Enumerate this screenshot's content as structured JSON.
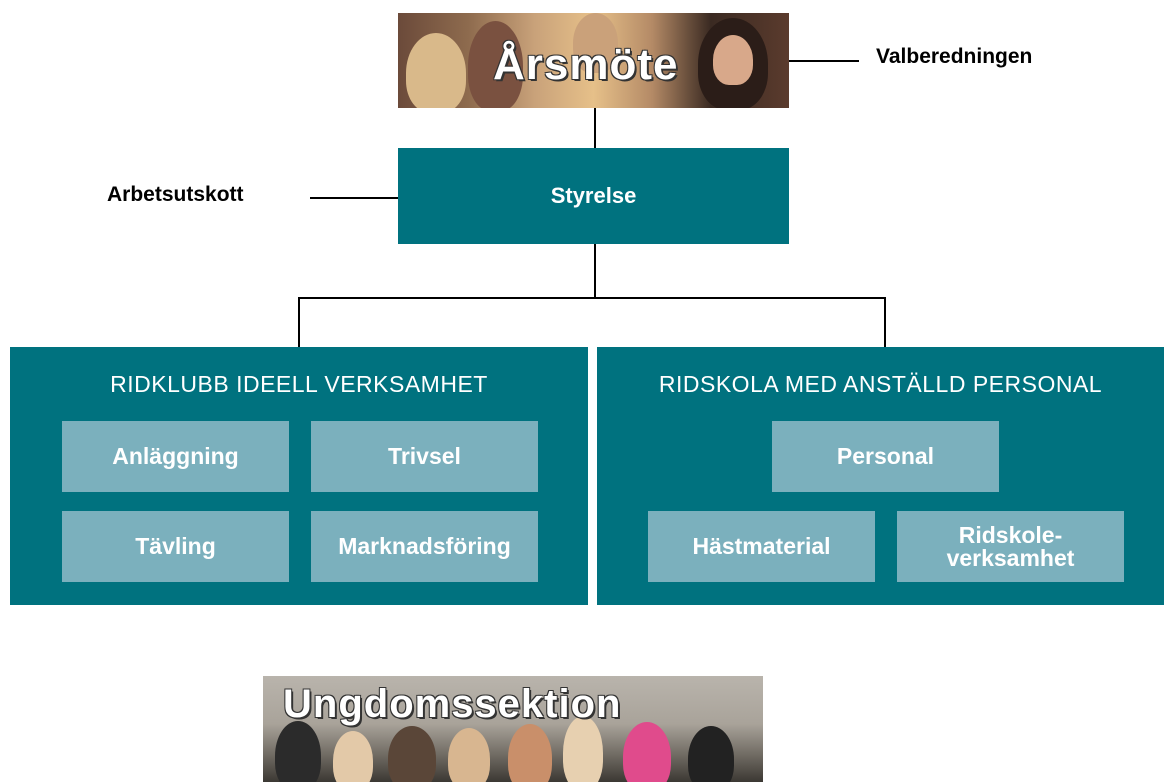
{
  "top_photo": {
    "title": "Årsmöte",
    "icon": "meeting-photo"
  },
  "side_labels": {
    "right": "Valberedningen",
    "left": "Arbetsutskott"
  },
  "board": {
    "label": "Styrelse"
  },
  "left_section": {
    "title": "RIDKLUBB IDEELL VERKSAMHET",
    "items": [
      "Anläggning",
      "Trivsel",
      "Tävling",
      "Marknadsföring"
    ]
  },
  "right_section": {
    "title": "RIDSKOLA MED ANSTÄLLD PERSONAL",
    "items": [
      "Personal",
      "Hästmaterial",
      "Ridskole-",
      "verksamhet"
    ]
  },
  "bottom_photo": {
    "title": "Ungdomssektion",
    "icon": "youth-group-photo"
  },
  "colors": {
    "section": "#00727f",
    "box": "#7bb0bd",
    "line": "#000000"
  }
}
